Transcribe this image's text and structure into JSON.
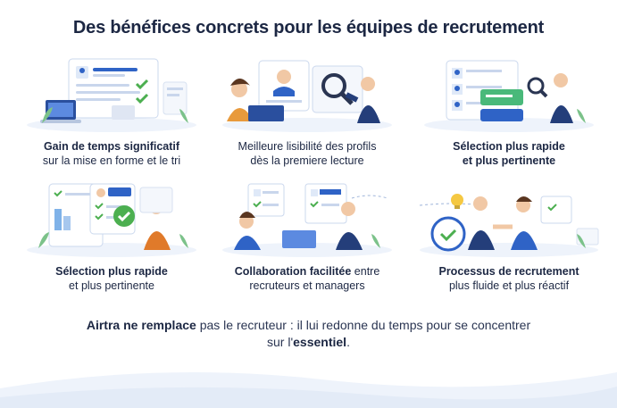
{
  "title": "Des bénéfices concrets pour les équipes de recrutement",
  "cards": [
    {
      "bold": "Gain de temps significatif",
      "line1_rest": "",
      "line2": "sur la mise en forme et le tri",
      "icon": "laptop-checklist-icon"
    },
    {
      "bold": "",
      "line1_rest": "Meilleure lisibilité des profils",
      "line2": "dès la premiere lecture",
      "icon": "magnifier-profile-icon"
    },
    {
      "bold": "Sélection plus rapide",
      "line1_rest": "",
      "line2": "et plus pertinente",
      "line2_bold": true,
      "icon": "candidate-cards-icon"
    },
    {
      "bold": "Sélection plus rapide",
      "line1_rest": "",
      "line2": "et plus pertinente",
      "icon": "profile-validation-icon"
    },
    {
      "bold": "Collaboration facilitée",
      "line1_rest": " entre",
      "line2": "recruteurs et managers",
      "icon": "team-collaboration-icon"
    },
    {
      "bold": "Processus de recrutement",
      "line1_rest": "",
      "line2": "plus fluide et plus réactif",
      "icon": "handshake-clock-icon"
    }
  ],
  "tagline": {
    "p1": "Airtra ne remplace",
    "p2": " pas le recruteur : il lui redonne du temps pour se concentrer",
    "p3": "sur l'",
    "p4": "essentiel",
    "p5": "."
  },
  "colors": {
    "navy": "#1c2743",
    "blue": "#2f63c6",
    "lightblue": "#e7eef9",
    "green": "#4caf50",
    "orange": "#e98a2c"
  }
}
